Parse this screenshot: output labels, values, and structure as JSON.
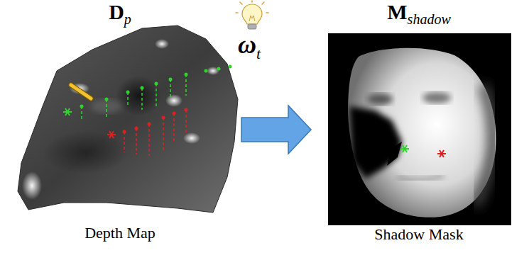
{
  "diagram": {
    "nodes": [
      {
        "text": [
          "D",
          "p",
          "Depth Map"
        ]
      },
      {
        "text": [
          "M",
          "shadow",
          "Shadow Mask"
        ]
      }
    ],
    "edges": [
      {
        "from": 0,
        "to": 1,
        "arrow": "to"
      }
    ],
    "labels": [
      "ω",
      "t"
    ]
  }
}
